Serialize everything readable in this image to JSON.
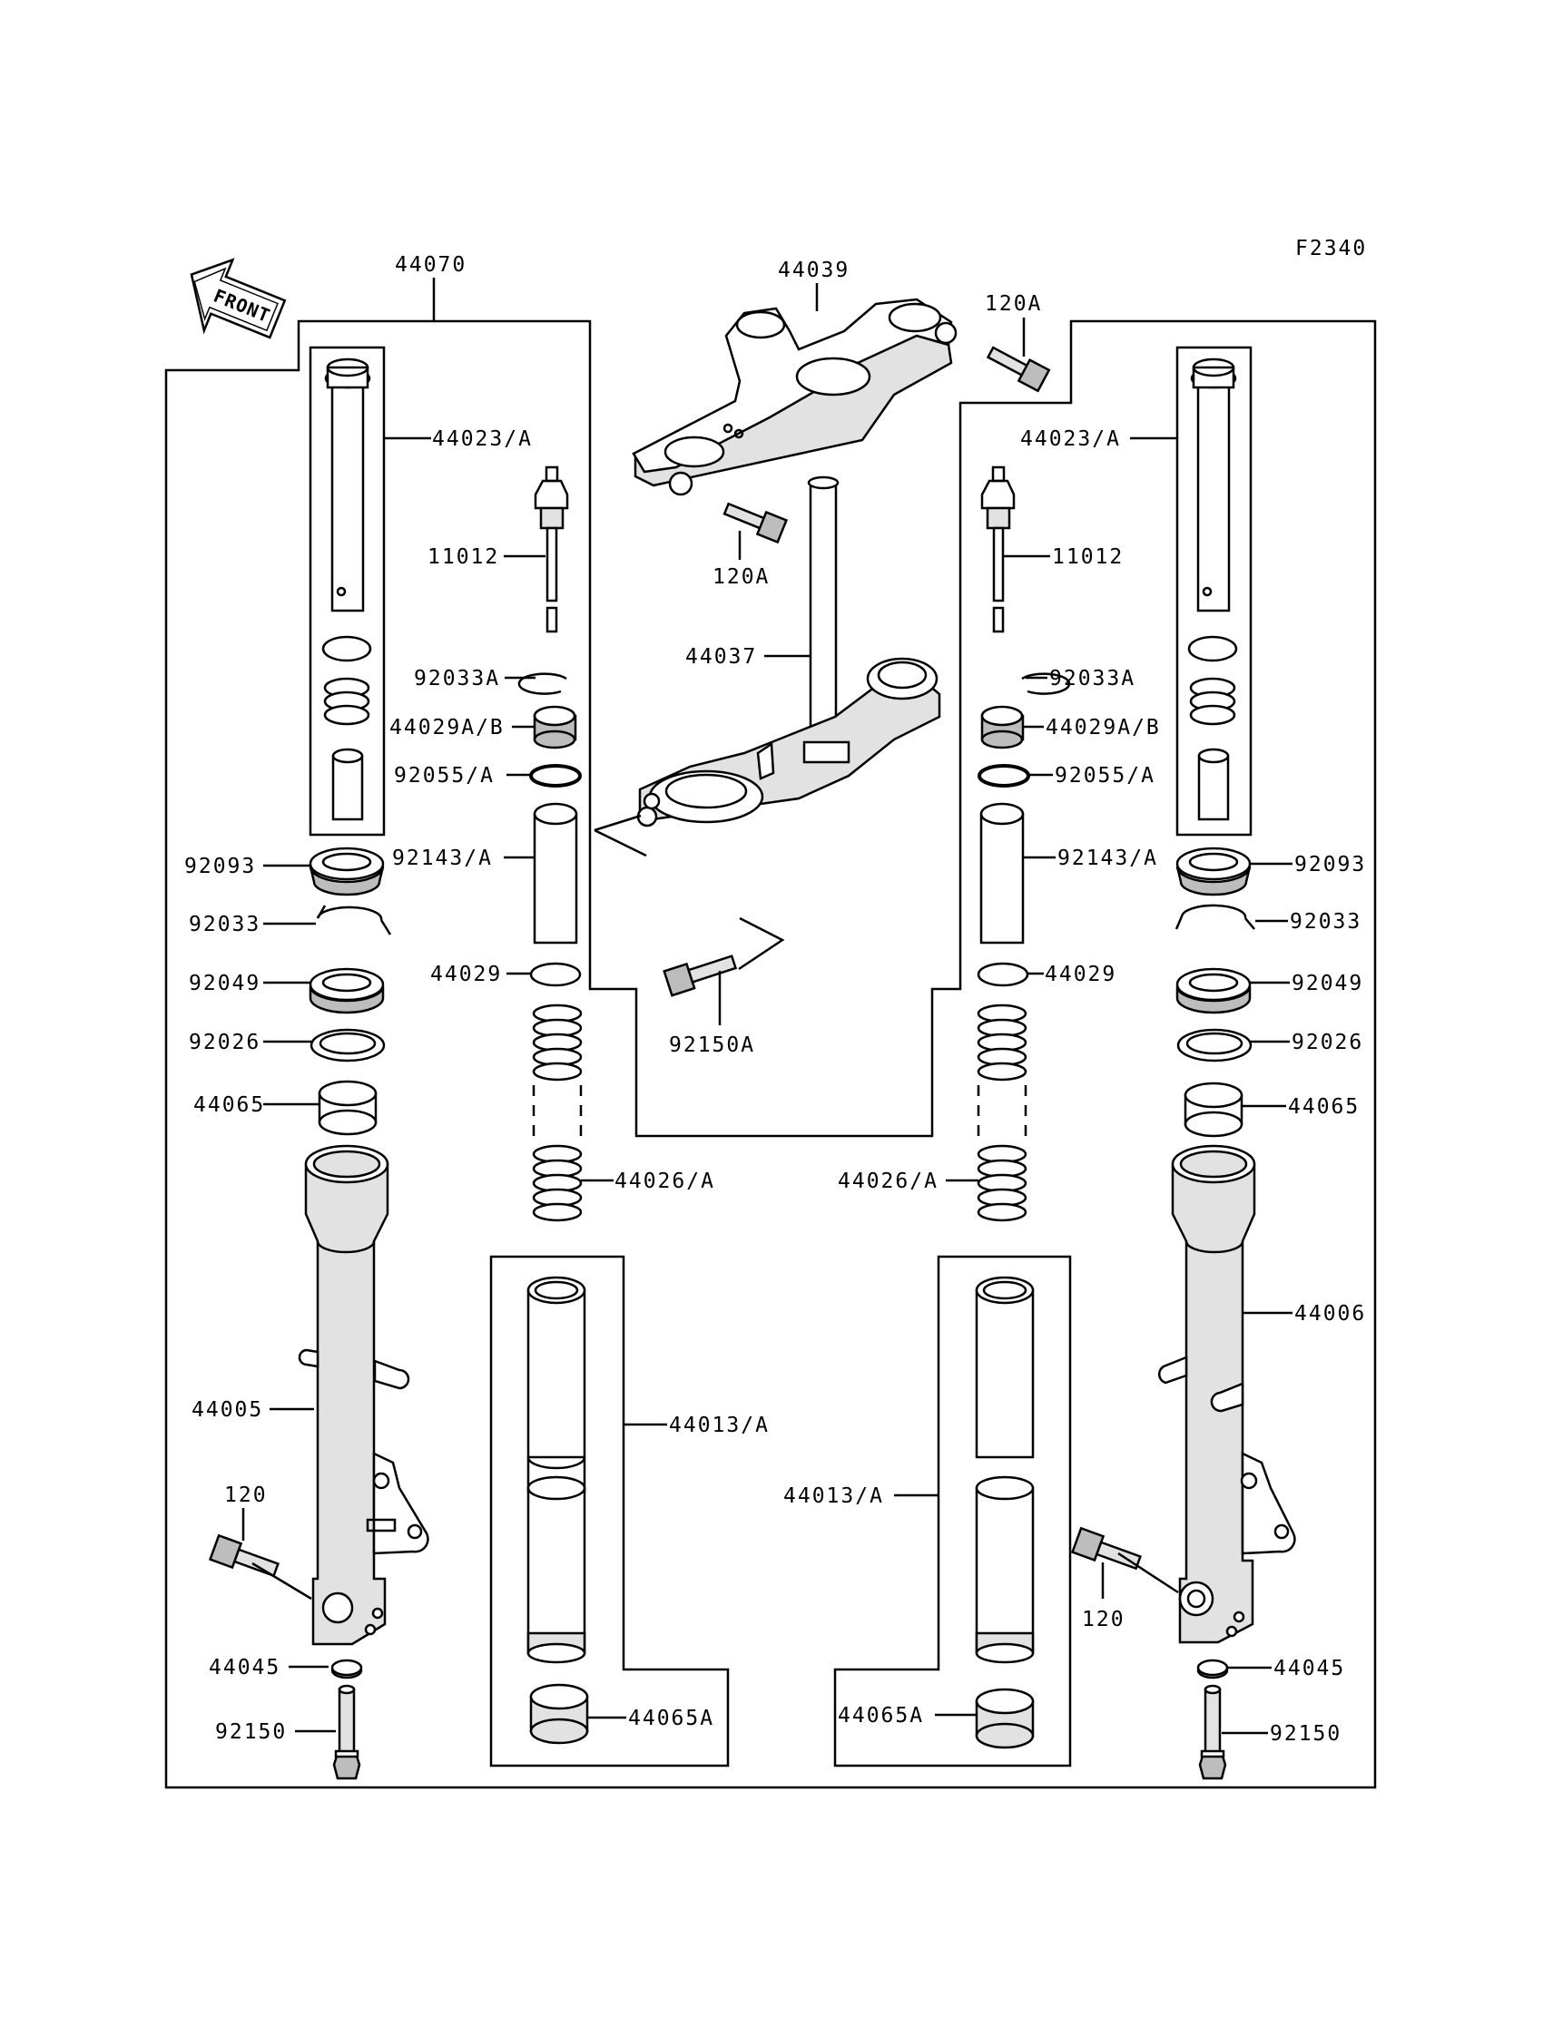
{
  "figure_code": "F2340",
  "front_arrow_label": "FRONT",
  "labels": {
    "fork_assembly": "44070",
    "upper_bracket": "44039",
    "upper_bolt_top": "120A",
    "upper_bolt_bottom": "120A",
    "stem_bracket": "44037",
    "stem_bolt": "92150A",
    "left_cylinder": "44023/A",
    "left_valve": "11012",
    "left_ring": "92033A",
    "left_piston": "44029A/B",
    "left_oring": "92055/A",
    "left_pipe": "92143/A",
    "left_washer": "44029",
    "left_spring": "44026/A",
    "left_dust_seal": "92093",
    "left_circlip": "92033",
    "left_oil_seal": "92049",
    "left_washer2": "92026",
    "left_guide": "44065",
    "left_outer_tube": "44005",
    "left_axle_bolt": "120",
    "left_gasket": "44045",
    "left_bottom_bolt": "92150",
    "left_inner_tube": "44013/A",
    "left_inner_guide": "44065A",
    "right_cylinder": "44023/A",
    "right_valve": "11012",
    "right_ring": "92033A",
    "right_piston": "44029A/B",
    "right_oring": "92055/A",
    "right_pipe": "92143/A",
    "right_washer": "44029",
    "right_spring": "44026/A",
    "right_dust_seal": "92093",
    "right_circlip": "92033",
    "right_oil_seal": "92049",
    "right_washer2": "92026",
    "right_guide": "44065",
    "right_outer_tube": "44006",
    "right_axle_bolt": "120",
    "right_gasket": "44045",
    "right_bottom_bolt": "92150",
    "right_inner_tube": "44013/A",
    "right_inner_guide": "44065A"
  }
}
